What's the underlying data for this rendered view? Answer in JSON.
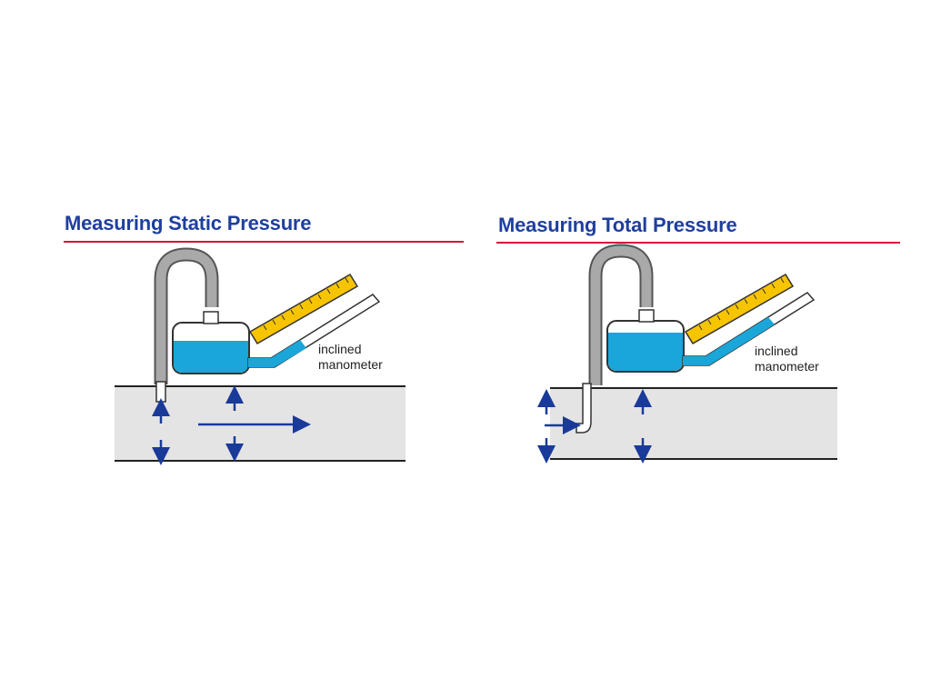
{
  "colors": {
    "title": "#1f3f9f",
    "rule": "#d6143c",
    "water": "#1aa6d8",
    "tube": "#a9a9a9",
    "tube_outline": "#555555",
    "duct": "#e4e4e4",
    "ruler": "#f7c400",
    "arrow": "#1a3a9a"
  },
  "panels": [
    {
      "title": "Measuring Static Pressure",
      "instrument_label": [
        "inclined",
        "manometer"
      ]
    },
    {
      "title": "Measuring Total Pressure",
      "instrument_label": [
        "inclined",
        "manometer"
      ]
    }
  ],
  "icons": [
    "manometer-icon",
    "pitot-tube-icon",
    "ruler-icon",
    "arrow-icon"
  ]
}
